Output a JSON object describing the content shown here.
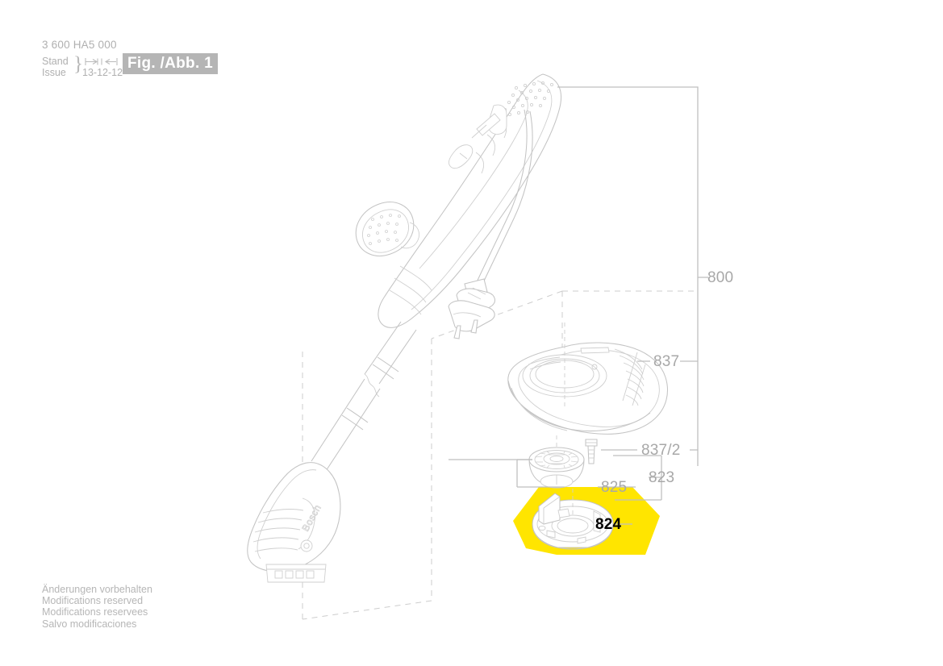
{
  "header": {
    "doc_number": "3 600 HA5 000",
    "stand_label": "Stand",
    "issue_label": "Issue",
    "issue_date": "13-12-12",
    "fig_badge": "Fig. /Abb. 1"
  },
  "footer": {
    "line_de": "Änderungen vorbehalten",
    "line_en": "Modifications reserved",
    "line_fr": "Modifications reservees",
    "line_es": "Salvo modificaciones"
  },
  "colors": {
    "highlight_yellow": "#FFE500",
    "line_gray": "#c9c9c9",
    "text_gray": "#a8a8a8",
    "badge_gray": "#b5b5b5",
    "highlight_text": "#000000"
  },
  "callouts": [
    {
      "id": "800",
      "label": "800",
      "highlighted": false
    },
    {
      "id": "837",
      "label": "837",
      "highlighted": false
    },
    {
      "id": "837_2",
      "label": "837/2",
      "highlighted": false
    },
    {
      "id": "823",
      "label": "823",
      "highlighted": false
    },
    {
      "id": "825",
      "label": "825",
      "highlighted": false
    },
    {
      "id": "824",
      "label": "824",
      "highlighted": true
    }
  ],
  "parts": {
    "main_tool": "grass trimmer assembly",
    "guard": "protective guard cover",
    "screw": "guard fixing screw",
    "spool": "line spool",
    "spool_cap": "spool cover cap",
    "plug": "mains power plug",
    "brand_mark": "Bosch"
  }
}
